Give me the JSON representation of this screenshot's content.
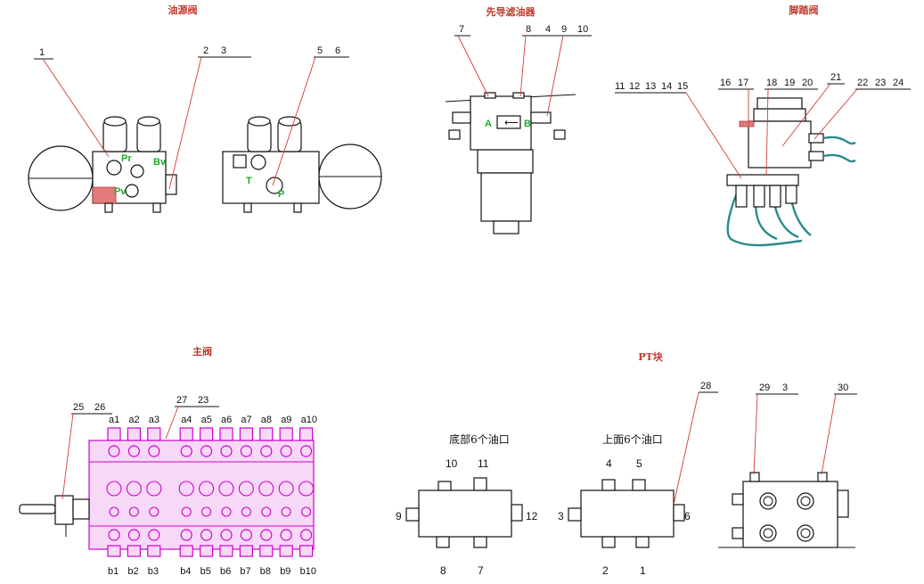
{
  "titles": {
    "oil_valve": "油源阀",
    "pilot_filter": "先导滤油器",
    "pedal_valve": "脚踏阀",
    "main_valve": "主阀",
    "pt_block": "PT块"
  },
  "oil_valve": {
    "callouts_left": [
      "1"
    ],
    "callouts_mid": [
      "2",
      "3"
    ],
    "callouts_right": [
      "5",
      "6"
    ],
    "ports": {
      "pr": "Pr",
      "bv": "Bv",
      "pv": "Pv",
      "t": "T",
      "p": "P"
    }
  },
  "pilot_filter": {
    "callouts": [
      "7",
      "8",
      "4",
      "9",
      "10"
    ],
    "ports": {
      "a": "A",
      "b": "B"
    }
  },
  "pedal_valve": {
    "callouts_a": [
      "11",
      "12",
      "13",
      "14",
      "15"
    ],
    "callouts_b": [
      "16",
      "17"
    ],
    "callouts_c": [
      "18",
      "19",
      "20"
    ],
    "callouts_d": [
      "21"
    ],
    "callouts_e": [
      "22",
      "23",
      "24"
    ]
  },
  "main_valve": {
    "callouts_left": [
      "25",
      "26"
    ],
    "callouts_mid": [
      "27",
      "23"
    ],
    "top_ports": [
      "a1",
      "a2",
      "a3",
      "a4",
      "a5",
      "a6",
      "a7",
      "a8",
      "a9",
      "a10"
    ],
    "bottom_ports": [
      "b1",
      "b2",
      "b3",
      "b4",
      "b5",
      "b6",
      "b7",
      "b8",
      "b9",
      "b10"
    ]
  },
  "pt_block": {
    "bottom_view_title": "底部6个油口",
    "top_view_title": "上面6个油口",
    "bottom_view_ports": {
      "p10": "10",
      "p11": "11",
      "p9": "9",
      "p12": "12",
      "p8": "8",
      "p7": "7"
    },
    "top_view_ports": {
      "p4": "4",
      "p5": "5",
      "p3": "3",
      "p6": "6",
      "p2": "2",
      "p1": "1"
    },
    "callouts": {
      "c28": "28",
      "c29": "29",
      "c3": "3",
      "c30": "30"
    }
  },
  "colors": {
    "port_label": "#1faa2b",
    "main_valve": "#d000d0",
    "hose": "#2a8a8a",
    "leader": "#d23a3a"
  }
}
